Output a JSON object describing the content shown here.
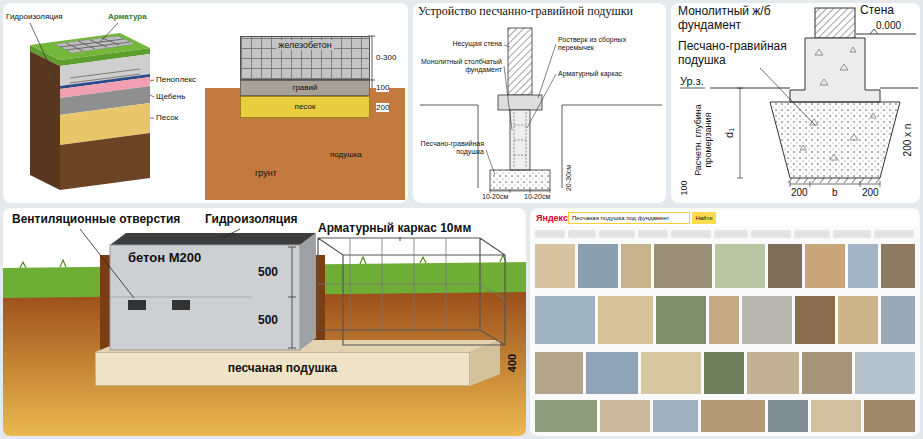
{
  "diagram": {
    "nodes": [
      {
        "text": [
          "железобетон"
        ]
      },
      {
        "text": [
          "гравий"
        ]
      },
      {
        "text": [
          "песок"
        ]
      },
      {
        "text": [
          "грунт"
        ]
      },
      {
        "text": [
          "бетон М200"
        ]
      },
      {
        "text": [
          "песчаная подушка"
        ]
      },
      {
        "text": [
          "Песчаная подушка под фундамент"
        ]
      },
      {
        "text": [
          "Найти"
        ]
      }
    ],
    "labels": [
      "Арматура",
      "Гидроизоляция",
      "Пеноплекс",
      "Щебень",
      "Песок",
      "0-300",
      "100",
      "200",
      "подушка",
      "Устройство песчанно-гравийной подушки",
      "Несущая стена",
      "Монолитный столбчатый фундамент",
      "Песчано-гравийная подушка",
      "Ростверк из сборных перемычек",
      "Арматурный каркас",
      "20-30см",
      "10-20см",
      "10-20см",
      "Монолитный ж/б фундамент",
      "Стена",
      "0.000",
      "Песчано-гравийная подушка",
      "Ур.з.",
      "d₁",
      "Расчетн. глубина промерзания",
      "100",
      "200",
      "b",
      "200",
      "200 х n",
      "Вентиляционные отверстия",
      "Гидроизоляция",
      "Арматурный каркас 10мм",
      "500",
      "500",
      "400",
      "Яндекс"
    ]
  }
}
